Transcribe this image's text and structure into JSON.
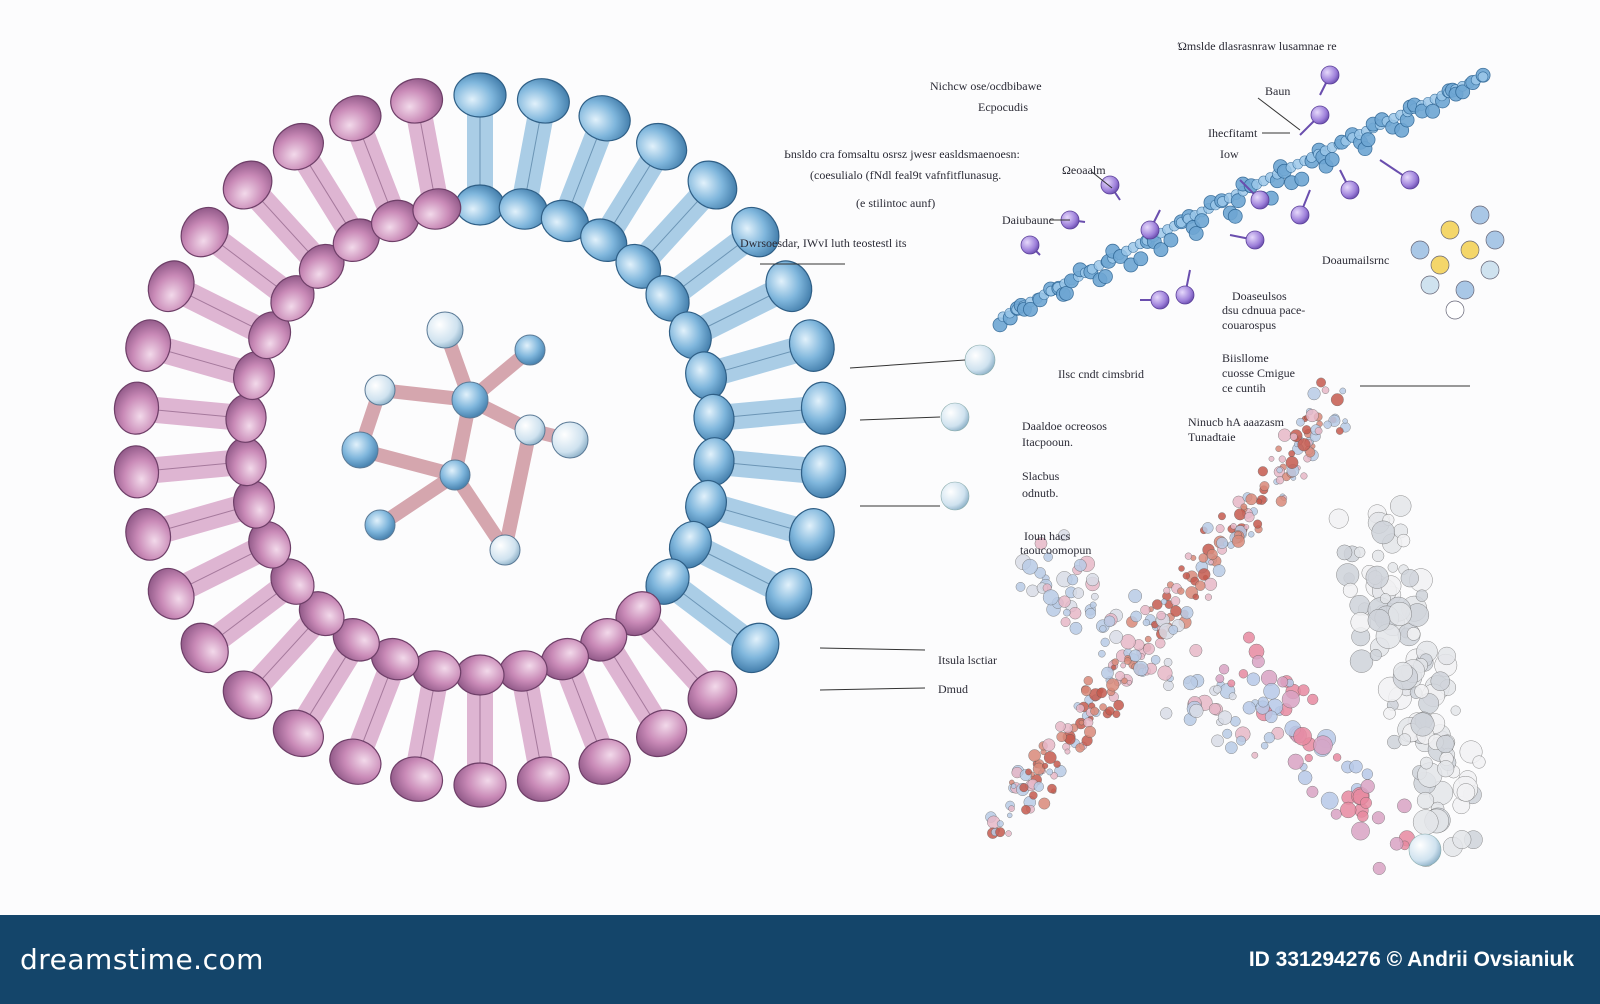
{
  "labels": {
    "top_right": "Ώmslde dlasrasnraw lusamnae re",
    "mid_title_line1": "Nichcw ose/ocdbibawe",
    "mid_title_line2": "Ecpocudis",
    "block_line1": "Ьnsldo cra fomsaltu osrsz jwesr easldsmaenoesn:",
    "block_line2": "(coesulialo (fNdl feal9t vafnfitflunasug.",
    "block_line3": "(e stilintoc aunf)",
    "ring_label": "Dwrsoesdar, IWvI luth teostestl its",
    "rod_a": "Baun",
    "rod_b": "Ihecfitamt",
    "rod_c": "Iow",
    "rod_d": "Ωeoaalm",
    "rod_e": "Daiubaunc",
    "rod_f": "Doaumailsrnc",
    "rod_g": "Doaseulsos",
    "rod_h": "dsu cdnuua pace-",
    "rod_i": "couarospus",
    "mid_left": "Ilsc cndt cimsbrid",
    "mid_right1": "Biisllome",
    "mid_right2": "cuosse Cmigue",
    "mid_right3": "ce cuntih",
    "left_a1": "Daaldoe ocreosos",
    "left_a2": "Itacpooun.",
    "right_a1": "Ninucb hA aaazasm",
    "right_a2": "Tunadtaie",
    "left_b1": "Slacbus",
    "left_b2": "odnutb.",
    "left_c1": "Ioun hacs",
    "left_c2": "taoucoomopun",
    "ring_bottom1": "Itsula lsctiar",
    "ring_bottom2": "Dmud"
  },
  "footer": {
    "brand": "dreamstime.com",
    "credit": "ID 331294276 © Andrii Ovsianiuk"
  }
}
